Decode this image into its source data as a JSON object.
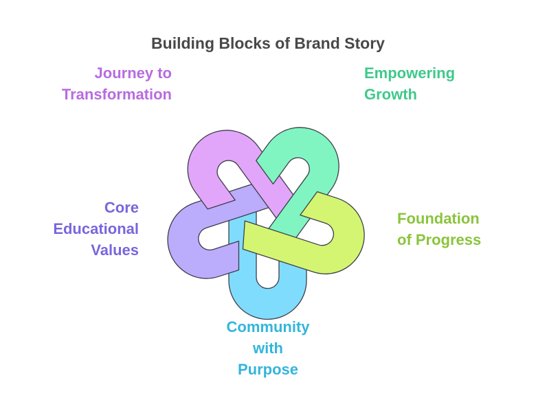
{
  "title": "Building Blocks of Brand Story",
  "segments": [
    {
      "id": "journey",
      "lines": [
        "Journey to",
        "Transformation"
      ],
      "text_color": "#b86be0",
      "fill": "#e1a6f9"
    },
    {
      "id": "empower",
      "lines": [
        "Empowering",
        "Growth"
      ],
      "text_color": "#3fc98a",
      "fill": "#80f5c1"
    },
    {
      "id": "foundation",
      "lines": [
        "Foundation",
        "of Progress"
      ],
      "text_color": "#8ac43c",
      "fill": "#d4f571"
    },
    {
      "id": "community",
      "lines": [
        "Community",
        "with",
        "Purpose"
      ],
      "text_color": "#33b5dc",
      "fill": "#80dcfd"
    },
    {
      "id": "core",
      "lines": [
        "Core",
        "Educational",
        "Values"
      ],
      "text_color": "#7a65dc",
      "fill": "#bcacfc"
    }
  ]
}
